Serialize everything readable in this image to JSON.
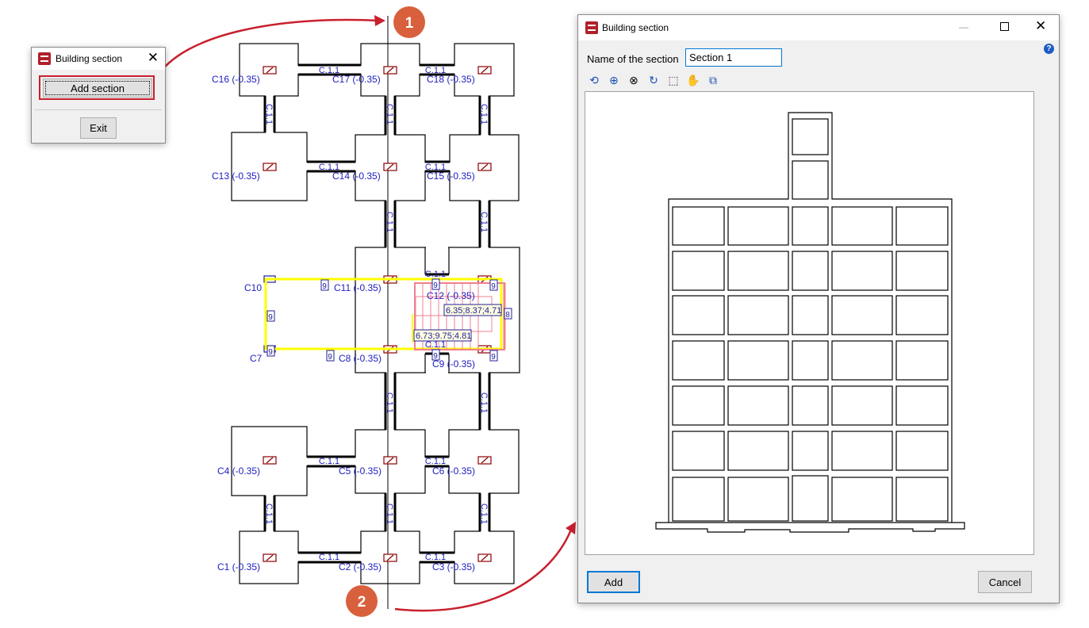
{
  "small_dialog": {
    "title": "Building section",
    "add_section_label": "Add section",
    "exit_label": "Exit"
  },
  "callouts": [
    "1",
    "2"
  ],
  "plan": {
    "column_labels": [
      "C16 (-0.35)",
      "C17 (-0.35)",
      "C18 (-0.35)",
      "C13 (-0.35)",
      "C14 (-0.35)",
      "C15 (-0.35)",
      "C10",
      "C11 (-0.35)",
      "C12 (-0.35)",
      "C7",
      "C8 (-0.35)",
      "C9 (-0.35)",
      "C4 (-0.35)",
      "C5 (-0.35)",
      "C6 (-0.35)",
      "C1 (-0.35)",
      "C2 (-0.35)",
      "C3 (-0.35)"
    ],
    "beam_label": "C.1.1",
    "stair_labels": [
      "6.35;8.37;4.71",
      "6.73;9.75;4.81"
    ],
    "wall_tags": [
      "9",
      "9",
      "9",
      "9",
      "9",
      "9",
      "9",
      "9",
      "8"
    ]
  },
  "section_dialog": {
    "title": "Building section",
    "name_label": "Name of the section",
    "name_value": "Section 1",
    "toolbar": [
      "zoom-previous-icon",
      "zoom-all-icon",
      "zoom-x2-icon",
      "redraw-icon",
      "zoom-window-icon",
      "pan-hand-icon",
      "export-icon"
    ],
    "add_label": "Add",
    "cancel_label": "Cancel"
  },
  "colors": {
    "accent_red": "#c8202e",
    "callout": "#d9603c",
    "plan_text": "#2020c0",
    "column_symbol": "#8b0000",
    "highlight": "#ffff00",
    "stair": "#f08090"
  }
}
